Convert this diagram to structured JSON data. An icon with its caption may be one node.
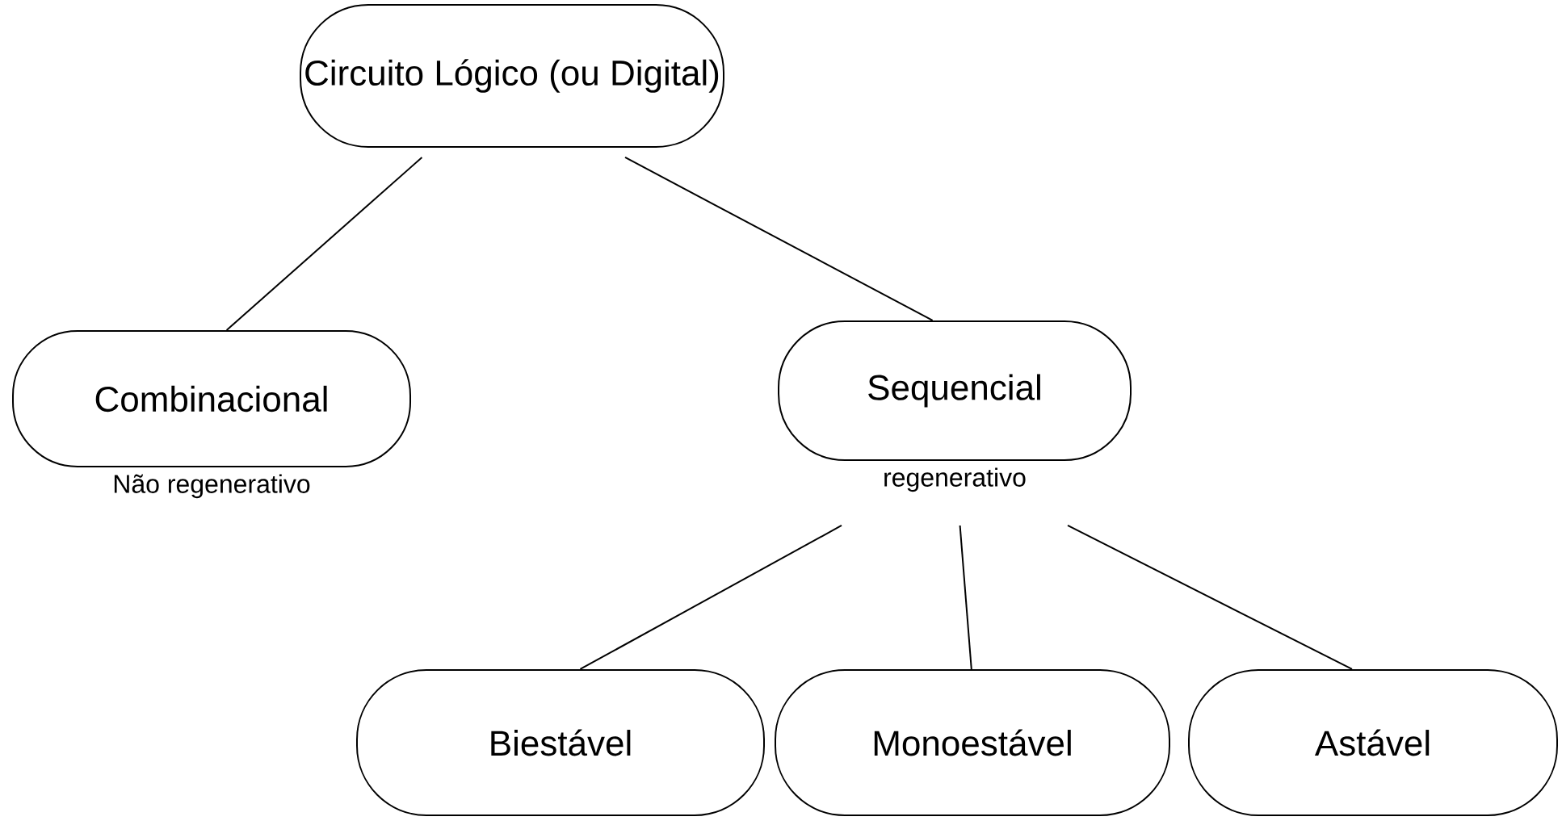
{
  "diagram": {
    "nodes": [
      {
        "text": [
          "Circuito Lógico (ou Digital)"
        ]
      },
      {
        "text": [
          "Combinacional"
        ],
        "beside": [
          "Não regenerativo"
        ]
      },
      {
        "text": [
          "Sequencial"
        ],
        "beside": [
          "regenerativo"
        ]
      },
      {
        "text": [
          "Biestável"
        ]
      },
      {
        "text": [
          "Monoestável"
        ]
      },
      {
        "text": [
          "Astável"
        ]
      }
    ],
    "edges": [
      {
        "from": 0,
        "to": 1,
        "arrow": "none"
      },
      {
        "from": 0,
        "to": 2,
        "arrow": "none"
      },
      {
        "from": 2,
        "to": 3,
        "arrow": "none"
      },
      {
        "from": 2,
        "to": 4,
        "arrow": "none"
      },
      {
        "from": 2,
        "to": 5,
        "arrow": "none"
      }
    ]
  }
}
